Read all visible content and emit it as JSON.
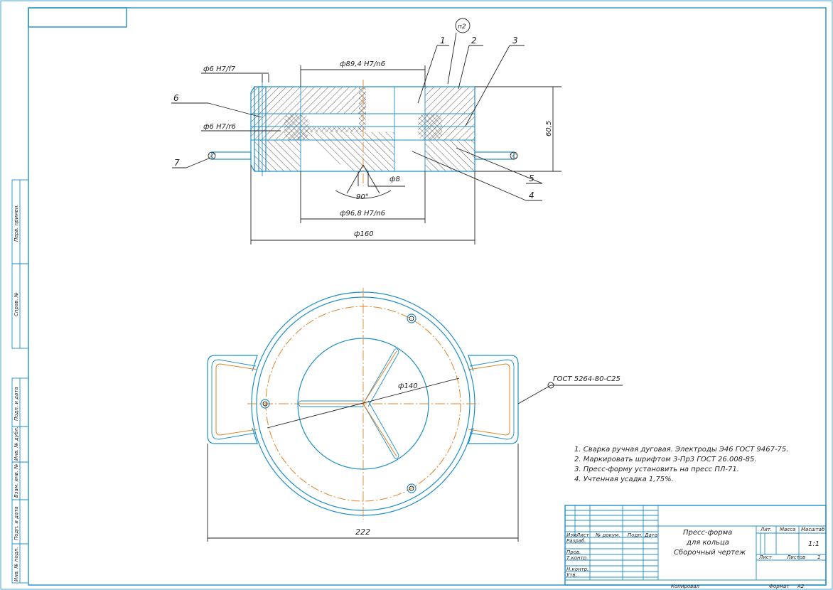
{
  "drawing": {
    "section_labels": {
      "tol_top": "ф6 H7/f7",
      "tol_mid": "ф6 H7/r6",
      "dia_upper": "ф89,4 H7/n6",
      "dia_lower": "ф96,8 H7/n6",
      "dia_outer": "ф160",
      "height": "60,5",
      "angle": "90°",
      "small_dia": "ф8",
      "weld_note": "п2"
    },
    "part_numbers": [
      "1",
      "2",
      "3",
      "4",
      "5",
      "6",
      "7"
    ],
    "plan_labels": {
      "dia_140": "ф140",
      "width_222": "222",
      "gost": "ГОСТ 5264-80-С25"
    }
  },
  "notes": [
    "1. Сварка ручная дуговая. Электроды Э46 ГОСТ 9467-75.",
    "2. Маркировать шрифтом 3-Пр3 ГОСТ 26.008-85.",
    "3. Пресс-форму установить на пресс ПЛ-71.",
    "4. Учтенная усадка 1,75%."
  ],
  "side_strip": [
    "Перв. примен.",
    "Справ. №",
    "Подп. и дата",
    "Инв. № дубл.",
    "Взам. инв. №",
    "Подп. и дата",
    "Инв. № подл."
  ],
  "title_block": {
    "title_line1": "Пресс-форма",
    "title_line2": "для кольца",
    "title_line3": "Сборочный чертеж",
    "col_izm": "Изм",
    "col_list": "Лист",
    "col_doc": "№ докум.",
    "col_podp": "Подп.",
    "col_data": "Дата",
    "row_razrab": "Разраб.",
    "row_prov": "Пров.",
    "row_tkontr": "Т.контр.",
    "row_nkontr": "Н.контр.",
    "row_utv": "Утв.",
    "lit": "Лит.",
    "massa": "Масса",
    "masshtab": "Масштаб",
    "scale": "1:1",
    "list": "Лист",
    "listov": "Листов",
    "listov_val": "1",
    "copied": "Копировал",
    "format": "Формат",
    "format_val": "А2"
  }
}
